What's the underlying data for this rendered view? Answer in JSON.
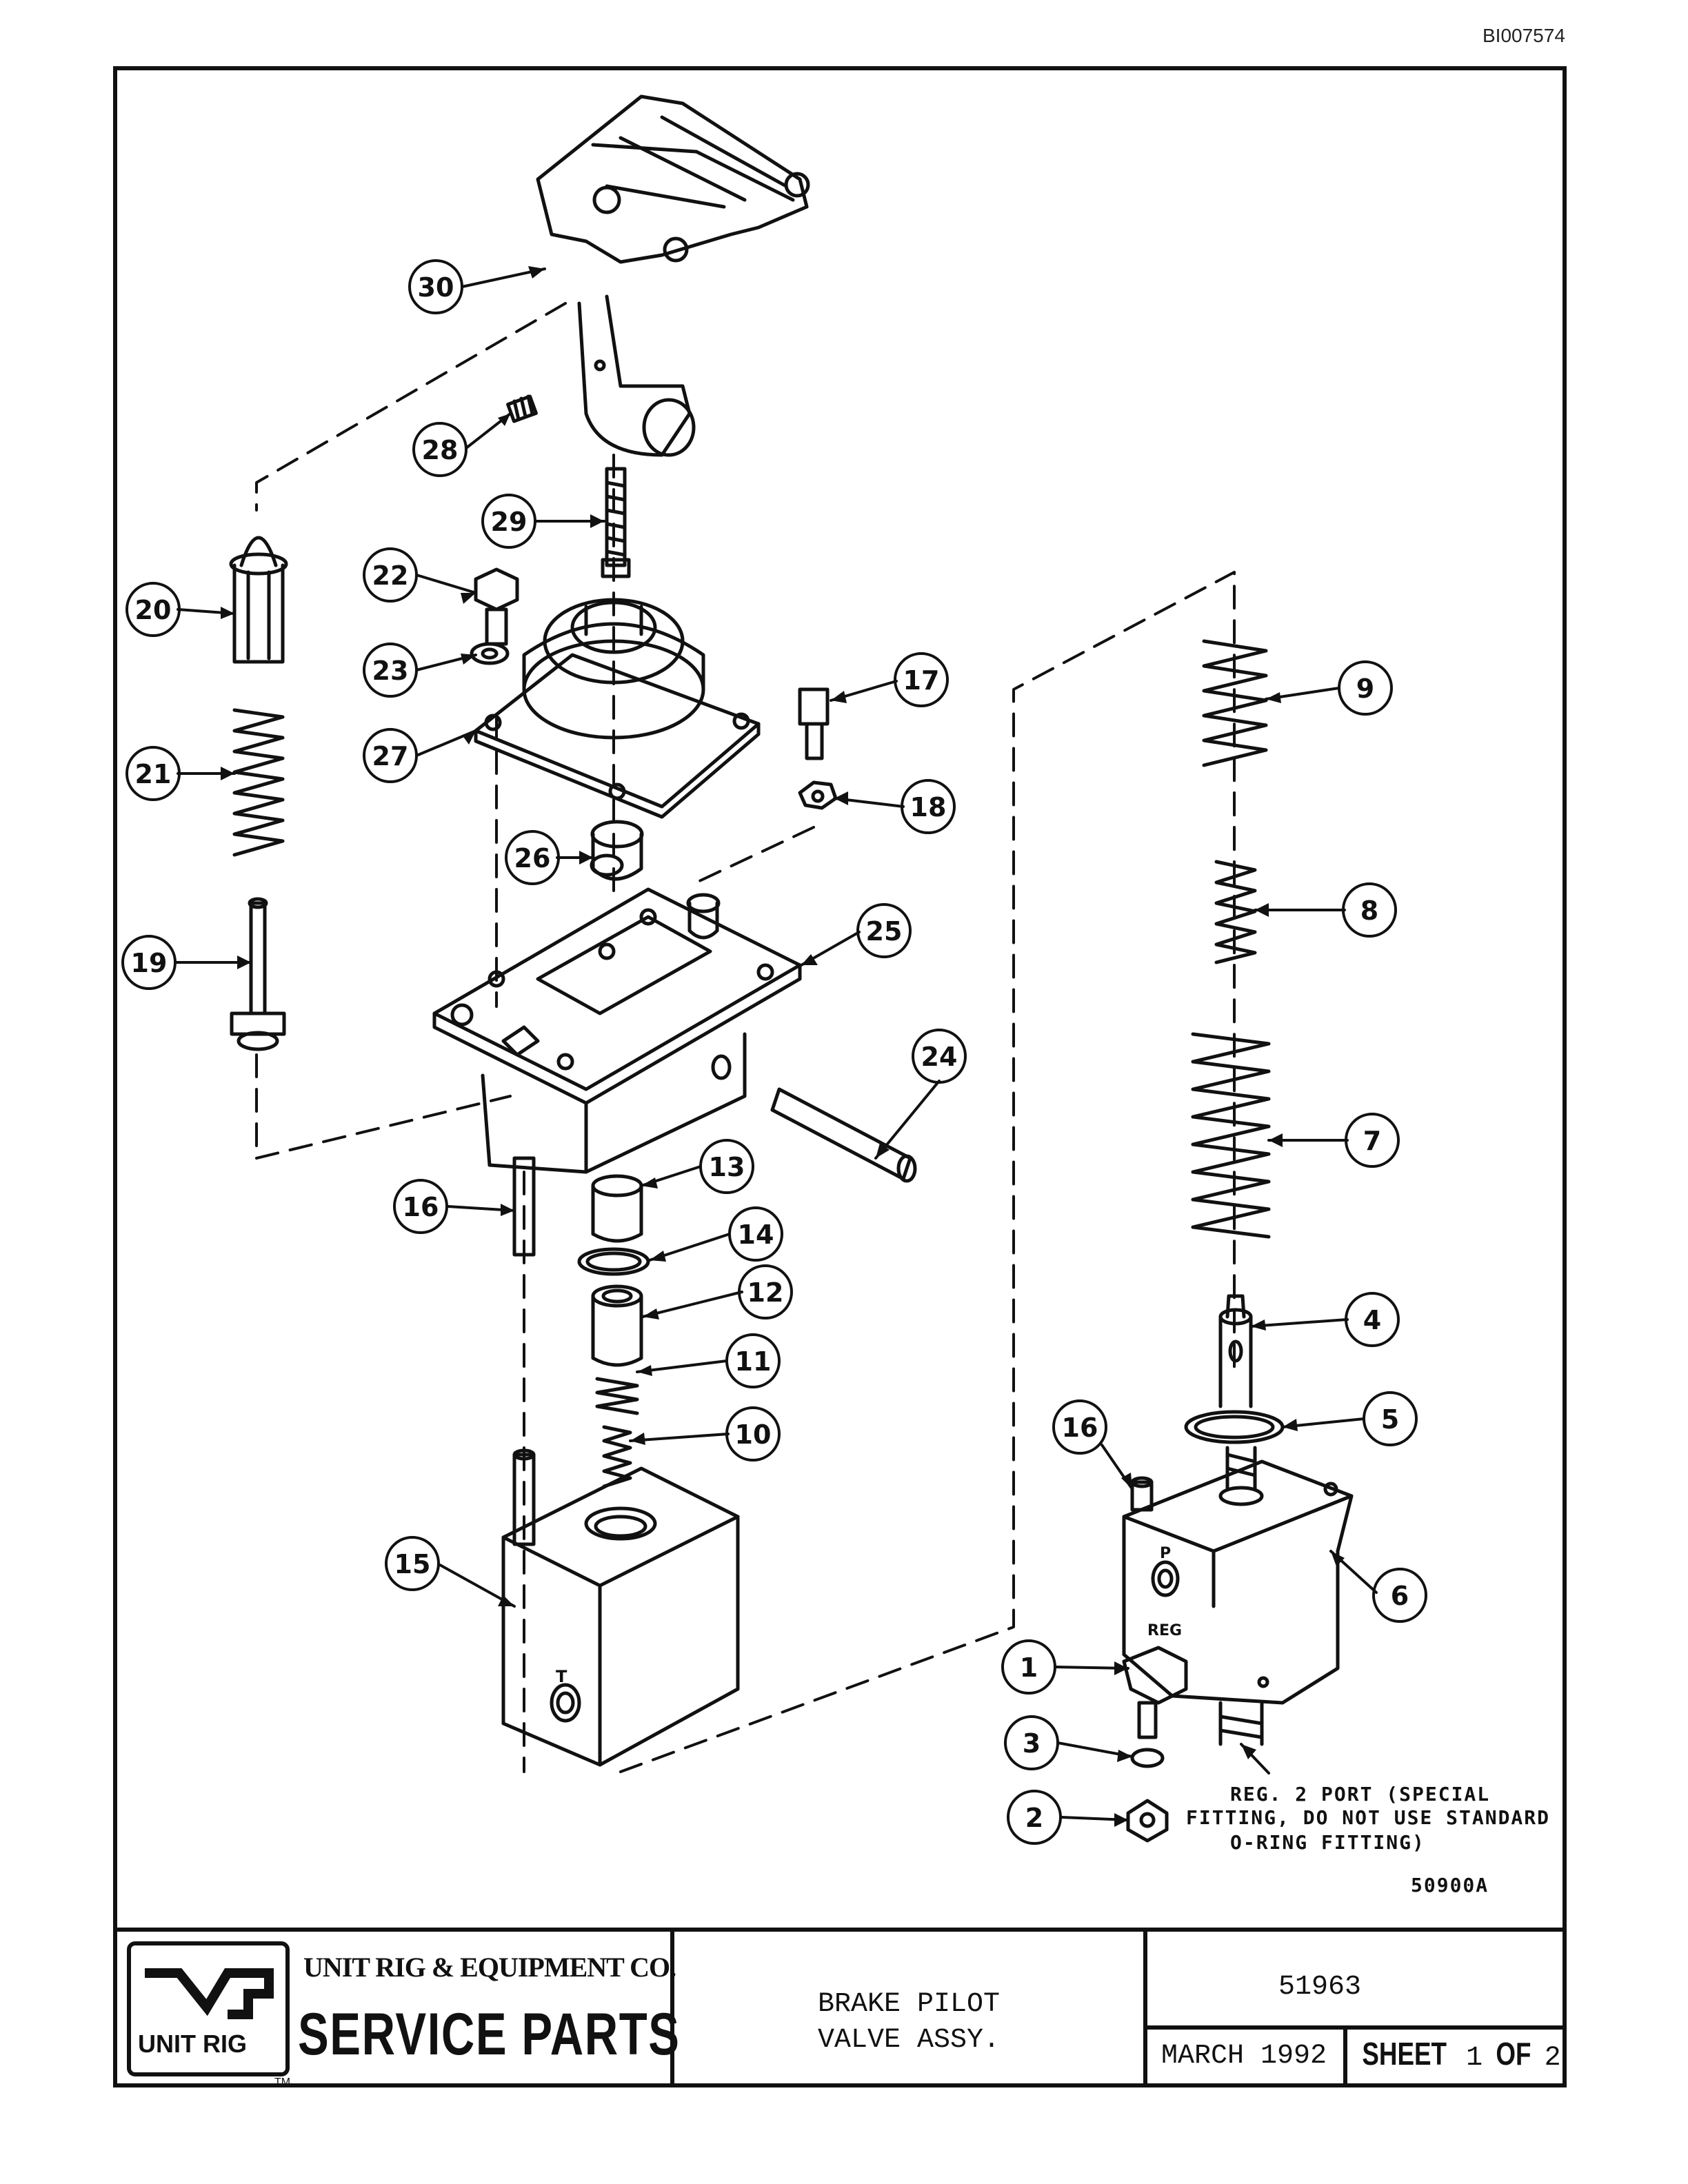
{
  "document_id": "BI007574",
  "drawing_number": "50900A",
  "callouts": [
    "30",
    "28",
    "29",
    "22",
    "20",
    "23",
    "27",
    "21",
    "17",
    "18",
    "26",
    "25",
    "19",
    "24",
    "16",
    "13",
    "14",
    "12",
    "11",
    "10",
    "15",
    "9",
    "8",
    "7",
    "4",
    "5",
    "16",
    "6",
    "1",
    "3",
    "2"
  ],
  "note": {
    "line1": "REG. 2 PORT (SPECIAL",
    "line2": "FITTING, DO NOT USE STANDARD",
    "line3": "O-RING FITTING)"
  },
  "port_labels": {
    "t_port": "T",
    "p_port": "P",
    "reg_port": "REG"
  },
  "title_block": {
    "company": "UNIT RIG & EQUIPMENT CO.",
    "heading": "SERVICE PARTS",
    "logo_text": "UNIT RIG",
    "trademark": "TM",
    "description_line1": "BRAKE PILOT",
    "description_line2": "VALVE ASSY.",
    "part_number": "51963",
    "date": "MARCH 1992",
    "sheet_label": "SHEET",
    "sheet_number": "1",
    "of_label": "OF",
    "sheet_total": "2"
  }
}
